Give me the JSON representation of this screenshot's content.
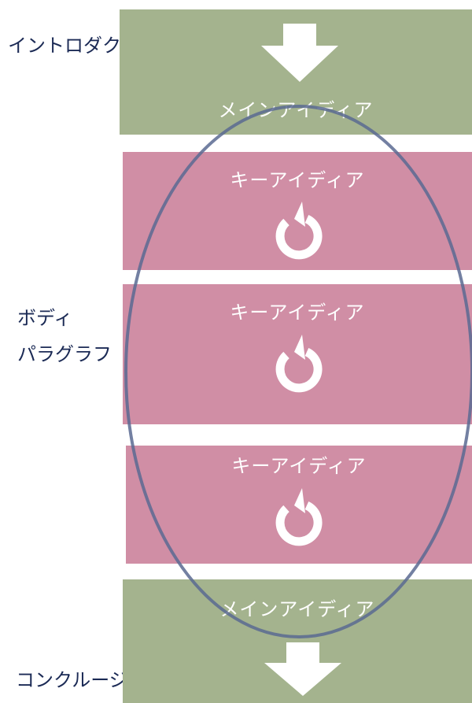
{
  "labels": {
    "introduction": "イントロダクション",
    "body_line1": "ボディ",
    "body_line2": "パラグラフ",
    "conclusion": "コンクルージョン"
  },
  "blocks": {
    "intro_main": "メインアイディア",
    "key1": "キーアイディア",
    "key2": "キーアイディア",
    "key3": "キーアイディア",
    "conclusion_main": "メインアイディア"
  },
  "colors": {
    "green_band": "#a4b38e",
    "pink_band": "#d08ea5",
    "ellipse_stroke": "#5a6a92",
    "label_text": "#1b2a55"
  },
  "icons": {
    "arrow": "down-arrow-icon",
    "cycle": "cycle-arrow-icon"
  }
}
